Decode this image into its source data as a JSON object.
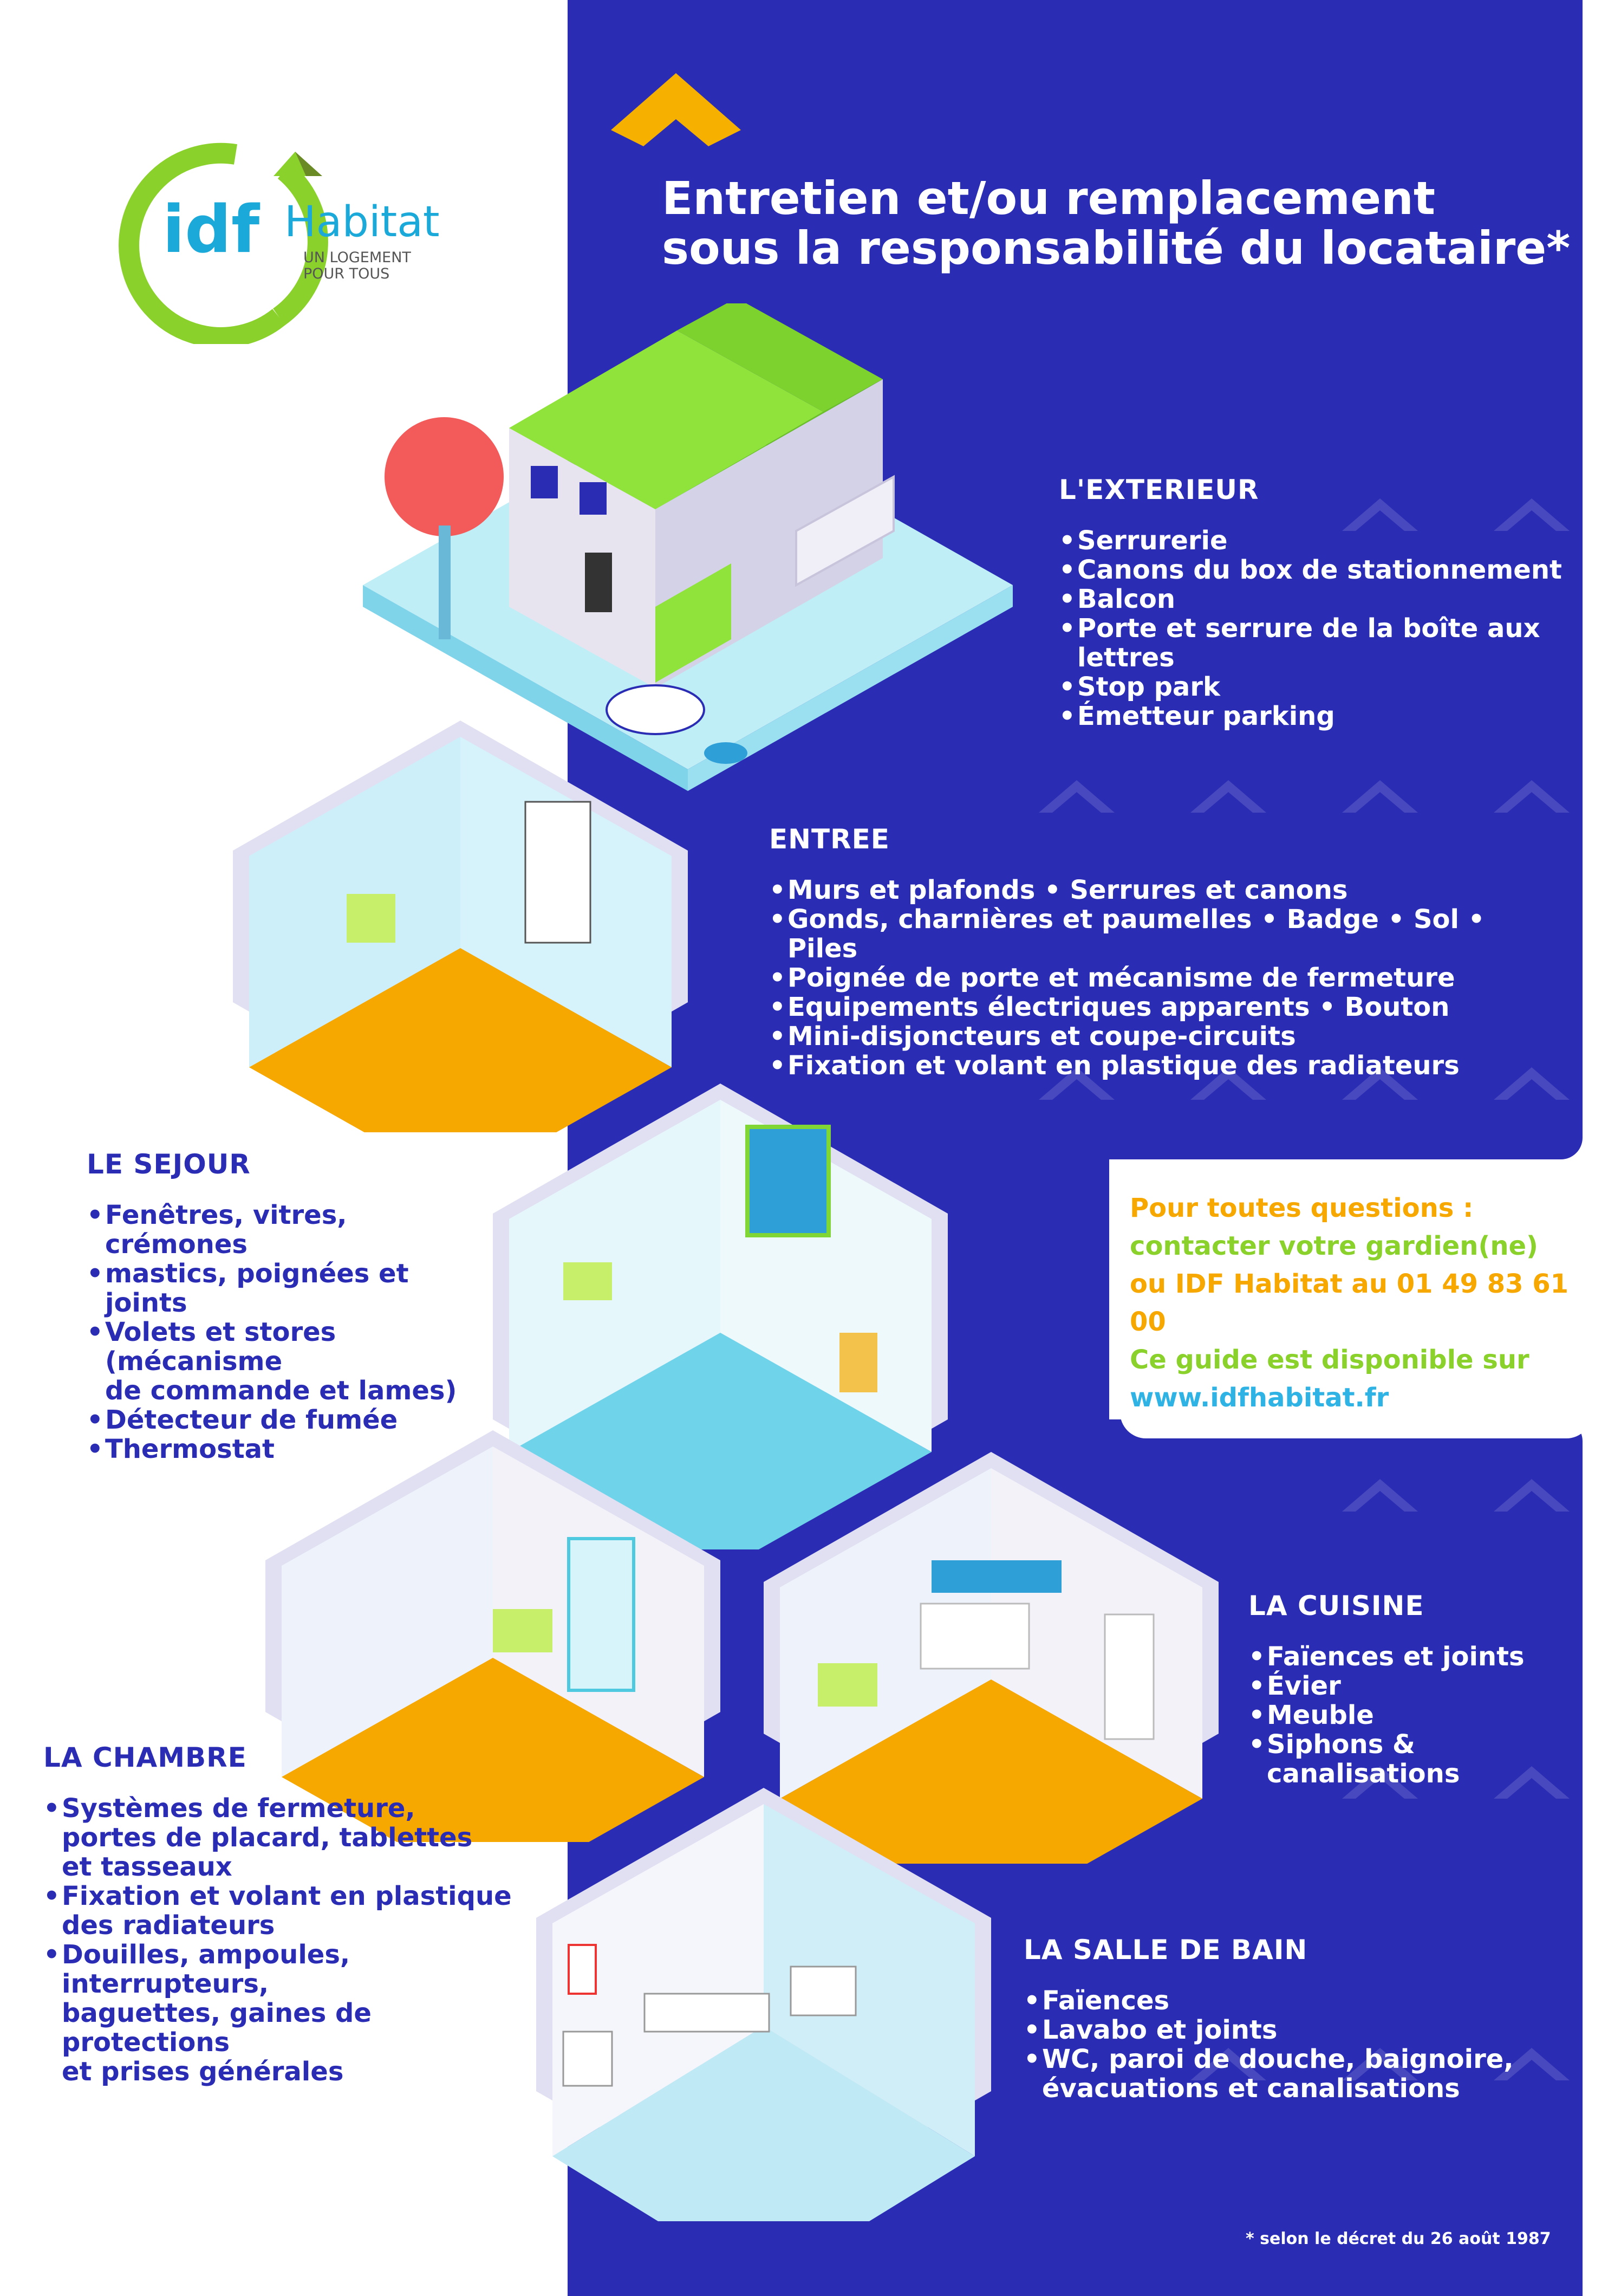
{
  "colors": {
    "blue": "#2a2cb4",
    "white": "#ffffff",
    "green": "#7fd635",
    "orange": "#f6a800",
    "cyan": "#4ec9e0",
    "logo_green": "#8ad12c",
    "logo_cyan": "#1aa9d8"
  },
  "logo": {
    "wordmark_a": "idf",
    "wordmark_b": "Habitat",
    "tagline_1": "UN LOGEMENT",
    "tagline_2": "POUR TOUS"
  },
  "title": {
    "line1": "Entretien et/ou remplacement",
    "line2": "sous la responsabilité du locataire*"
  },
  "sections": {
    "exterieur": {
      "heading": "L'EXTERIEUR",
      "items": [
        "Serrurerie",
        "Canons du box de stationnement",
        "Balcon",
        "Porte et serrure de la boîte aux lettres",
        "Stop park",
        "Émetteur parking"
      ]
    },
    "entree": {
      "heading": "ENTREE",
      "items": [
        "Murs et plafonds • Serrures et canons",
        "Gonds, charnières et paumelles • Badge • Sol • Piles",
        "Poignée de porte et mécanisme de fermeture",
        "Equipements électriques apparents • Bouton",
        "Mini-disjoncteurs et coupe-circuits",
        "Fixation et volant en plastique des radiateurs"
      ]
    },
    "sejour": {
      "heading": "LE SEJOUR",
      "items": [
        "Fenêtres, vitres, crémones",
        "mastics, poignées et joints",
        "Volets et stores (mécanisme\nde commande et lames)",
        "Détecteur de fumée",
        "Thermostat"
      ]
    },
    "chambre": {
      "heading": "LA CHAMBRE",
      "items": [
        "Systèmes de fermeture,\n portes de placard, tablettes\n et tasseaux",
        "Fixation et volant en plastique\ndes radiateurs",
        "Douilles, ampoules, interrupteurs,\nbaguettes, gaines de protections\net prises générales"
      ]
    },
    "cuisine": {
      "heading": "LA CUISINE",
      "items": [
        "Faïences et joints",
        "Évier",
        "Meuble",
        "Siphons & canalisations"
      ]
    },
    "sdb": {
      "heading": "LA SALLE DE BAIN",
      "items": [
        "Faïences",
        "Lavabo et joints",
        "WC, paroi de douche, baignoire,\névacuations et canalisations"
      ]
    }
  },
  "contact": {
    "line1": "Pour toutes questions :",
    "line2": "contacter votre gardien(ne)",
    "line3": "ou IDF Habitat au 01 49 83 61 00",
    "line4": "Ce guide est disponible sur",
    "line5": "www.idfhabitat.fr"
  },
  "footnote": "* selon le décret du 26 août 1987"
}
